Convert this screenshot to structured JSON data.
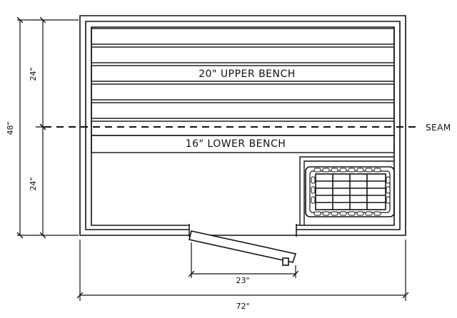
{
  "diagram": {
    "labels": {
      "upper_bench": "20\" UPPER BENCH",
      "lower_bench": "16\" LOWER BENCH",
      "seam": "SEAM",
      "dim_total_height": "48\"",
      "dim_upper_half": "24\"",
      "dim_lower_half": "24\"",
      "dim_door": "23\"",
      "dim_total_width": "72\""
    }
  }
}
